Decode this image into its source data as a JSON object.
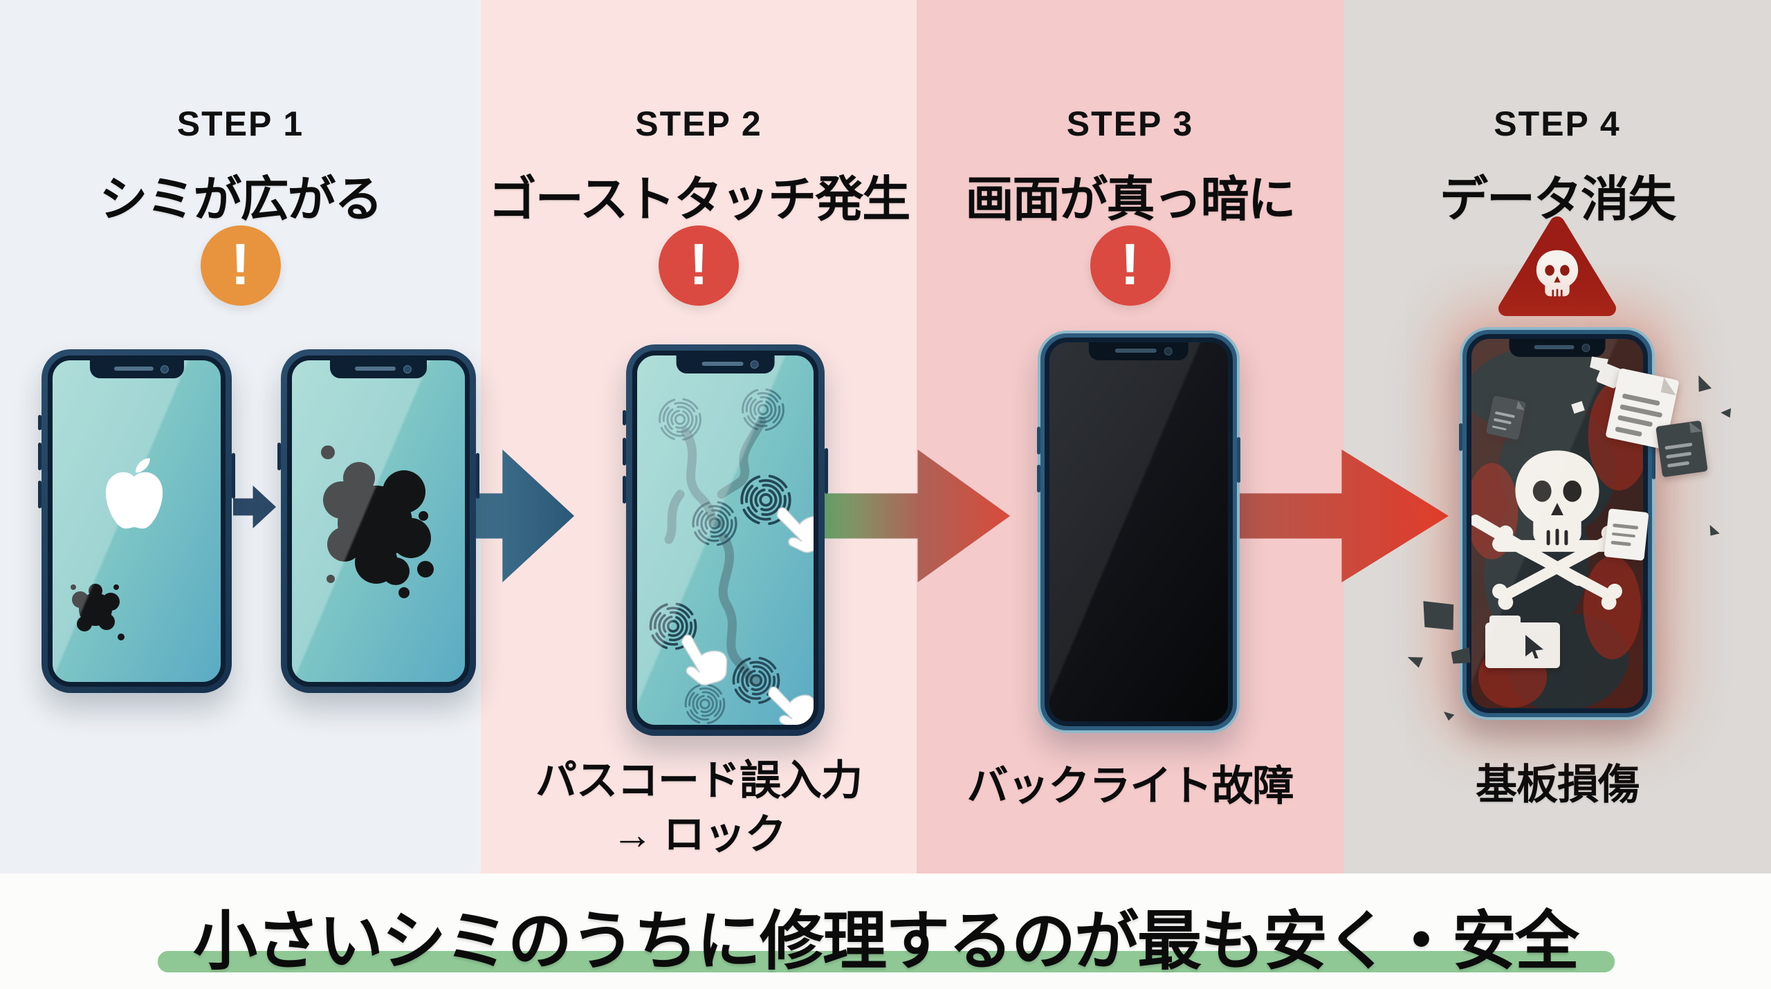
{
  "steps": [
    {
      "step_label": "STEP 1",
      "title": "シミが広がる",
      "warning_mark": "!",
      "warning_color": "#e8943f",
      "caption_lines": []
    },
    {
      "step_label": "STEP 2",
      "title": "ゴーストタッチ発生",
      "warning_mark": "!",
      "warning_color": "#db4a40",
      "caption_lines": [
        "パスコード誤入力",
        "→ ロック"
      ]
    },
    {
      "step_label": "STEP 3",
      "title": "画面が真っ暗に",
      "warning_mark": "!",
      "warning_color": "#db4a40",
      "caption_lines": [
        "バックライト故障"
      ]
    },
    {
      "step_label": "STEP 4",
      "title": "データ消失",
      "warning_icon": "skull-warning-triangle",
      "warning_color": "#9b1d15",
      "caption_lines": [
        "基板損傷"
      ]
    }
  ],
  "banner": {
    "text": "小さいシミのうちに修理するのが最も安く・安全",
    "highlight_color": "#8fc795"
  },
  "colors": {
    "col1_bg": "#edf1f5",
    "col2_bg": "#fae3e1",
    "col3_bg": "#f5caca",
    "col4_bg": "#dcd9d6",
    "phone_frame_navy": "#1d3a56",
    "phone_rim_light": "#8fb9c9",
    "screen_teal": "#7cc5c3",
    "screen_black": "#0d0f13",
    "screen_damaged_red": "#47231e",
    "arrow_blue": "#34627f",
    "arrow_green": "#68ae6e",
    "arrow_red": "#d8402f",
    "warning_orange": "#e8943f",
    "warning_red": "#db4a40",
    "danger_triangle_red": "#9b1d15",
    "banner_bg": "#fcfcfa",
    "text": "#0c0c0c"
  }
}
